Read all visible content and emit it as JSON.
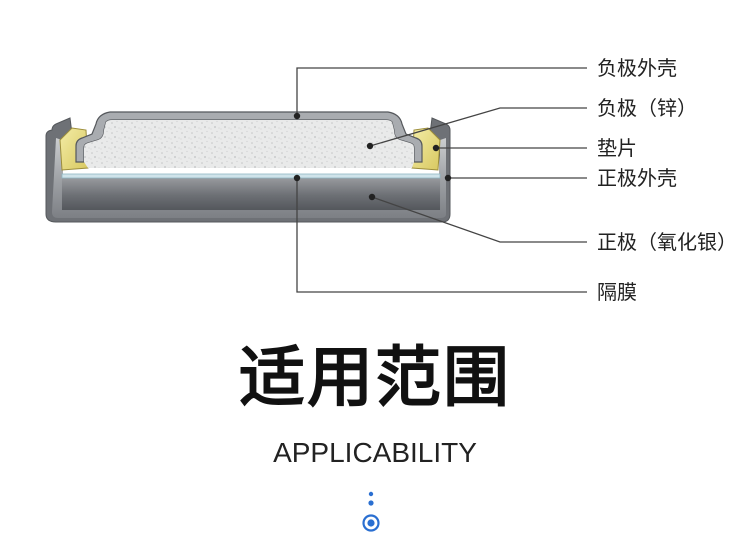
{
  "labels": {
    "negative_case": "负极外壳",
    "negative_zinc": "负极（锌）",
    "gasket": "垫片",
    "positive_case": "正极外壳",
    "positive_silver_oxide": "正极（氧化银）",
    "separator": "隔膜"
  },
  "section": {
    "title": "适用范围",
    "subtitle": "APPLICABILITY"
  },
  "colors": {
    "accent_blue": "#2a6fd1",
    "callout_line": "#444444"
  }
}
